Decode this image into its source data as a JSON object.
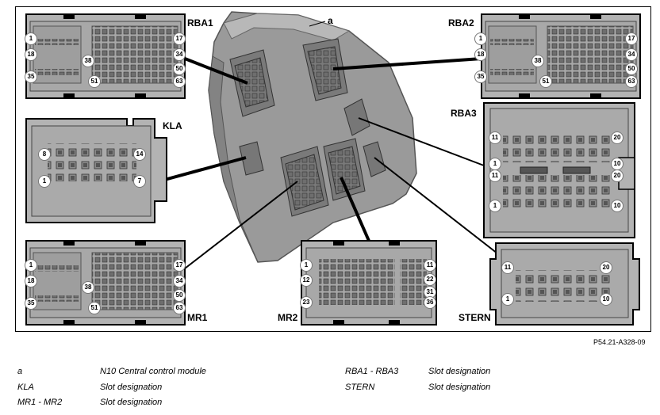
{
  "figure_ref": "P54.21-A328-09",
  "labels": {
    "a": "a",
    "rba1": "RBA1",
    "rba2": "RBA2",
    "rba3": "RBA3",
    "kla": "KLA",
    "mr1": "MR1",
    "mr2": "MR2",
    "stern": "STERN"
  },
  "pins": {
    "rba1": [
      "1",
      "17",
      "18",
      "34",
      "38",
      "35",
      "50",
      "51",
      "63"
    ],
    "rba2": [
      "1",
      "17",
      "18",
      "34",
      "38",
      "35",
      "50",
      "51",
      "63"
    ],
    "kla": [
      "8",
      "14",
      "1",
      "7"
    ],
    "rba3": [
      "11",
      "20",
      "1",
      "10",
      "11",
      "20",
      "1",
      "10"
    ],
    "mr1": [
      "1",
      "17",
      "18",
      "34",
      "38",
      "35",
      "50",
      "51",
      "63"
    ],
    "mr2": [
      "1",
      "11",
      "12",
      "22",
      "23",
      "31",
      "36"
    ],
    "stern": [
      "11",
      "20",
      "1",
      "10"
    ]
  },
  "legend": [
    {
      "key": "a",
      "desc": "N10 Central control module"
    },
    {
      "key": "KLA",
      "desc": "Slot designation"
    },
    {
      "key": "MR1 - MR2",
      "desc": "Slot designation"
    },
    {
      "key": "RBA1 - RBA3",
      "desc": "Slot designation"
    },
    {
      "key": "STERN",
      "desc": "Slot designation"
    }
  ],
  "colors": {
    "housing": "#b3b3b3",
    "connector_face": "#a9a9a9",
    "module_body": "#9a9a9a",
    "outline": "#000000"
  }
}
